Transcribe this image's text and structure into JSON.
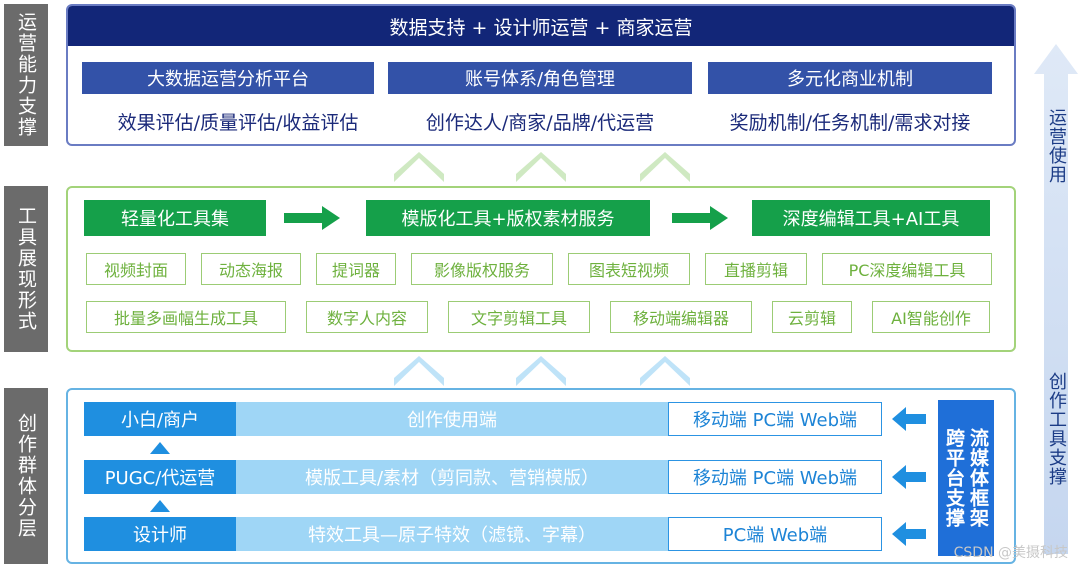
{
  "side_labels": {
    "top": "运营能力支撑",
    "mid": "工具展现形式",
    "bot": "创作群体分层"
  },
  "top": {
    "banner": "数据支持 + 设计师运营 + 商家运营",
    "columns": [
      {
        "head": "大数据运营分析平台",
        "sub": "效果评估/质量评估/收益评估"
      },
      {
        "head": "账号体系/角色管理",
        "sub": "创作达人/商家/品牌/代运营"
      },
      {
        "head": "多元化商业机制",
        "sub": "奖励机制/任务机制/需求对接"
      }
    ]
  },
  "mid": {
    "stages": [
      "轻量化工具集",
      "模版化工具+版权素材服务",
      "深度编辑工具+AI工具"
    ],
    "tools_row1": [
      "视频封面",
      "动态海报",
      "提词器",
      "影像版权服务",
      "图表短视频",
      "直播剪辑",
      "PC深度编辑工具"
    ],
    "tools_row2": [
      "批量多画幅生成工具",
      "数字人内容",
      "文字剪辑工具",
      "移动端编辑器",
      "云剪辑",
      "AI智能创作"
    ]
  },
  "bot": {
    "rows": [
      {
        "label": "小白/商户",
        "band": "创作使用端",
        "end": "移动端 PC端 Web端"
      },
      {
        "label": "PUGC/代运营",
        "band": "模版工具/素材（剪同款、营销模版）",
        "end": "移动端 PC端 Web端"
      },
      {
        "label": "设计师",
        "band": "特效工具—原子特效（滤镜、字幕）",
        "end": "PC端 Web端"
      }
    ],
    "stream": {
      "col1": "流媒体框架",
      "col2": "跨平台支撑"
    }
  },
  "right": {
    "upper": "运营使用",
    "lower": "创作工具支撑"
  },
  "watermark": "CSDN @美摄科技",
  "colors": {
    "navy": "#122678",
    "blue_head": "#3352a8",
    "green": "#15a04a",
    "light_green": "#9ccc75",
    "sky": "#1f8fe0",
    "gray": "#6b6b6b"
  }
}
